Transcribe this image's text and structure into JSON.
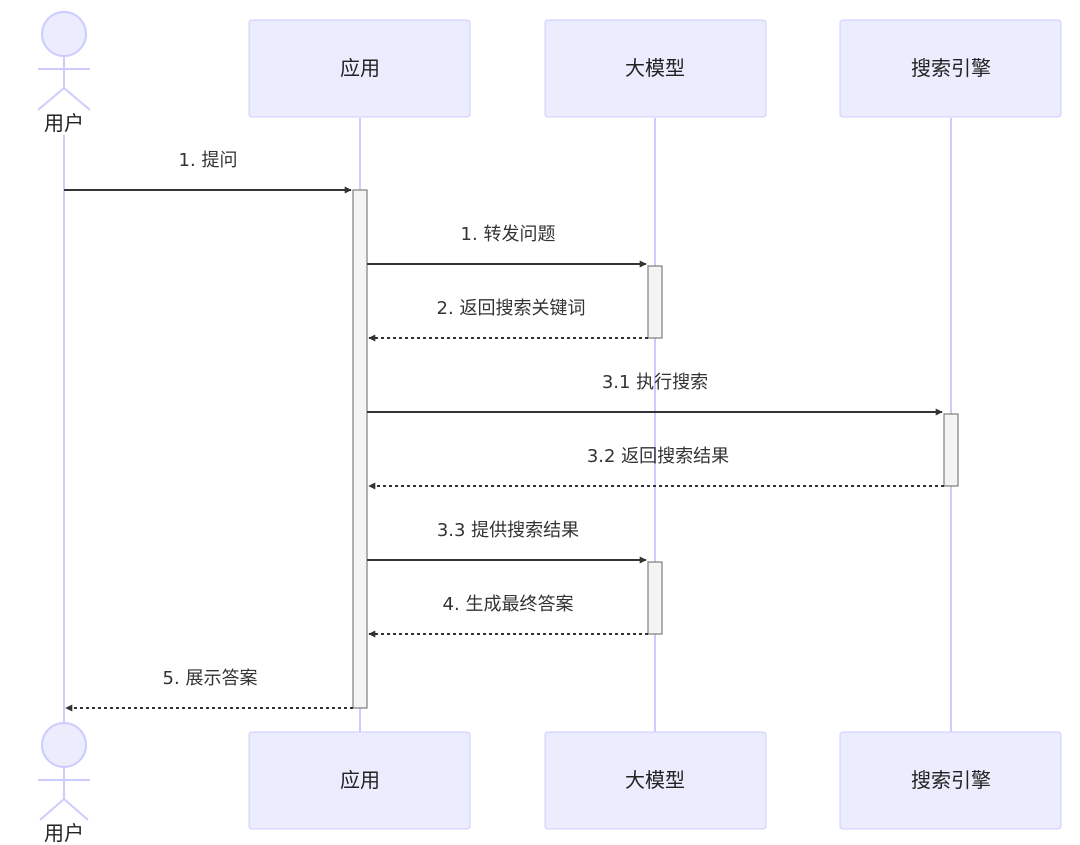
{
  "participants": [
    {
      "id": "user",
      "label": "用户",
      "kind": "actor"
    },
    {
      "id": "app",
      "label": "应用",
      "kind": "participant"
    },
    {
      "id": "llm",
      "label": "大模型",
      "kind": "participant"
    },
    {
      "id": "search",
      "label": "搜索引擎",
      "kind": "participant"
    }
  ],
  "messages": [
    {
      "from": "user",
      "to": "app",
      "label": "1. 提问",
      "style": "solid"
    },
    {
      "from": "app",
      "to": "llm",
      "label": "1. 转发问题",
      "style": "solid"
    },
    {
      "from": "llm",
      "to": "app",
      "label": "2. 返回搜索关键词",
      "style": "dashed"
    },
    {
      "from": "app",
      "to": "search",
      "label": "3.1 执行搜索",
      "style": "solid"
    },
    {
      "from": "search",
      "to": "app",
      "label": "3.2 返回搜索结果",
      "style": "dashed"
    },
    {
      "from": "app",
      "to": "llm",
      "label": "3.3 提供搜索结果",
      "style": "solid"
    },
    {
      "from": "llm",
      "to": "app",
      "label": "4. 生成最终答案",
      "style": "dashed"
    },
    {
      "from": "app",
      "to": "user",
      "label": "5. 展示答案",
      "style": "dashed"
    }
  ],
  "colors": {
    "participant_fill": "#ECECFF",
    "participant_stroke": "#CCCCFF",
    "lifeline": "#CCCCFF",
    "message": "#333333",
    "activation_fill": "#F4F4F4",
    "activation_stroke": "#666666"
  }
}
